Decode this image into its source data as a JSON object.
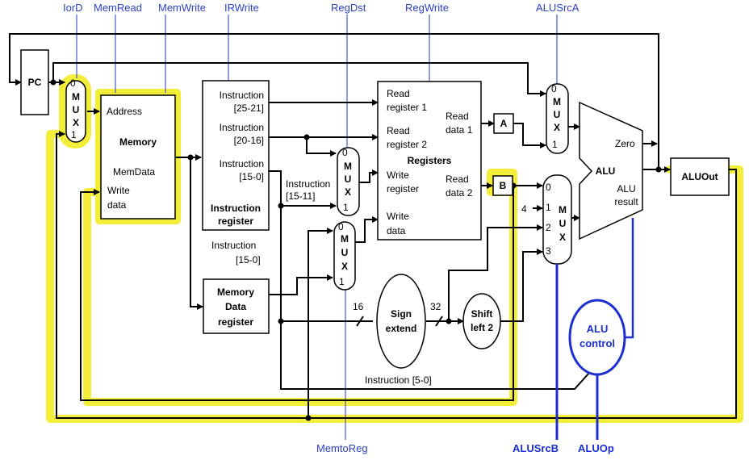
{
  "controls": {
    "iord": "IorD",
    "memread": "MemRead",
    "memwrite": "MemWrite",
    "irwrite": "IRWrite",
    "regdst": "RegDst",
    "regwrite": "RegWrite",
    "alusrca": "ALUSrcA",
    "memtoreg": "MemtoReg",
    "alusrcb": "ALUSrcB",
    "aluop": "ALUOp"
  },
  "pc": "PC",
  "memory": {
    "address": "Address",
    "title": "Memory",
    "memdata": "MemData",
    "write1": "Write",
    "write2": "data"
  },
  "ir": {
    "i1": "Instruction",
    "r1": "[25-21]",
    "i2": "Instruction",
    "r2": "[20-16]",
    "i3": "Instruction",
    "r3": "[15-0]",
    "title1": "Instruction",
    "title2": "register"
  },
  "mdr": {
    "l1": "Memory",
    "l2": "Data",
    "l3": "register"
  },
  "instr_below": {
    "l1": "Instruction",
    "l2": "[15-0]"
  },
  "instr_1511": {
    "l1": "Instruction",
    "l2": "[15-11]"
  },
  "registers": {
    "rr1a": "Read",
    "rr1b": "register 1",
    "rr2a": "Read",
    "rr2b": "register 2",
    "title": "Registers",
    "wra": "Write",
    "wrb": "register",
    "wda": "Write",
    "wdb": "data",
    "rd1a": "Read",
    "rd1b": "data 1",
    "rd2a": "Read",
    "rd2b": "data 2"
  },
  "mux": {
    "m": "M",
    "u": "U",
    "x": "X",
    "zero": "0",
    "one": "1",
    "two": "2",
    "three": "3"
  },
  "reg_a": "A",
  "reg_b": "B",
  "alu": {
    "zero": "Zero",
    "title": "ALU",
    "result1": "ALU",
    "result2": "result"
  },
  "aluout": "ALUOut",
  "four": "4",
  "sign_extend": {
    "l1": "Sign",
    "l2": "extend"
  },
  "shift_left": {
    "l1": "Shift",
    "l2": "left 2"
  },
  "bits16": "16",
  "bits32": "32",
  "alu_control": {
    "l1": "ALU",
    "l2": "control"
  },
  "instr_50": "Instruction [5-0]"
}
